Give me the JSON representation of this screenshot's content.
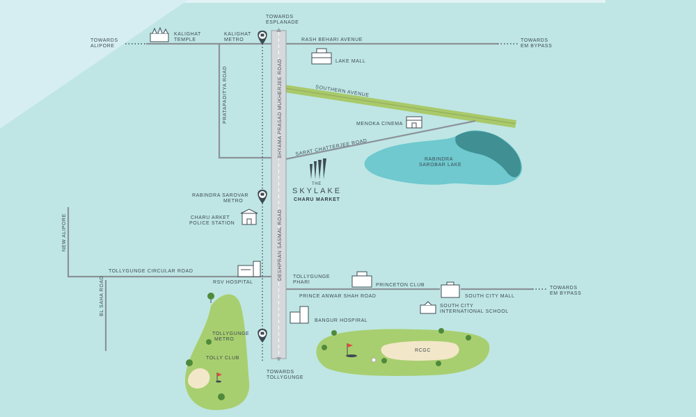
{
  "labels": {
    "towards_esplanade": [
      "TOWARDS",
      "ESPLANADE"
    ],
    "towards_alipore": [
      "TOWARDS",
      "ALIPORE"
    ],
    "kalighat_temple": [
      "KALIGHAT",
      "TEMPLE"
    ],
    "kalighat_metro": [
      "KALIGHAT",
      "METRO"
    ],
    "rash_behari_avenue": "RASH BEHARI AVENUE",
    "towards_em_bypass_top": [
      "TOWARDS",
      "EM BYPASS"
    ],
    "lake_mall": "LAKE MALL",
    "pratapaditya_road": "PRATAPADITYA ROAD",
    "shyama_prasad_road": "SHYAMA PRASAD MUKHERJEE ROAD",
    "southern_avenue": "SOUTHERN AVENUE",
    "menoka_cinema": "MENOKA CINEMA",
    "sarat_chatterjee_road": "SARAT CHATTERJEE ROAD",
    "rabindra_sarobar_lake": [
      "RABINDRA",
      "SAROBAR LAKE"
    ],
    "skylake_the": "THE",
    "skylake_name": "SKYLAKE",
    "charu_market": "CHARU MARKET",
    "rabindra_sarovar_metro": [
      "RABINDRA SAROVAR",
      "METRO"
    ],
    "charu_market_police": [
      "CHARU    ARKET",
      "POLICE STATION"
    ],
    "new_alipore": "NEW ALIPORE",
    "deshpran_sasmal_road": "DESHPRAN SASMAL ROAD",
    "tollygunge_circular_road": "TOLLYGUNGE CIRCULAR ROAD",
    "tollygunge_phari": [
      "TOLLYGUNGE",
      "PHARI"
    ],
    "rsv_hospital": "RSV HOSPITAL",
    "princeton_club": "PRINCETON CLUB",
    "towards_em_bypass_bottom": [
      "TOWARDS",
      "EM BYPASS"
    ],
    "bl_saha_road": "BL SAHA ROAD",
    "prince_anwar_shah_road": "PRINCE ANWAR SHAH ROAD",
    "south_city_mall": "SOUTH CITY MALL",
    "south_city_school": [
      "SOUTH CITY",
      "INTERNATIONAL SCHOOL"
    ],
    "bangur_hospital": "BANGUR HOSPIRAL",
    "tollygunge_metro": [
      "TOLLYGUNGE",
      "METRO"
    ],
    "tolly_club": "TOLLY CLUB",
    "rcgc": "RCGC",
    "towards_tollygunge": [
      "TOWARDS",
      "TOLLYGUNGE"
    ]
  },
  "icons": {
    "metro": "metro-pin-icon",
    "temple": "temple-icon",
    "mall": "mall-building-icon",
    "cinema": "cinema-icon",
    "police": "police-station-icon",
    "hospital": "hospital-icon",
    "club": "club-building-icon",
    "school": "school-icon",
    "golf": "golf-flag-icon",
    "tree": "tree-icon"
  },
  "colors": {
    "background": "#bfe6e4",
    "lake_light": "#6fc9cf",
    "lake_dark": "#3f8f93",
    "golf_green": "#a8cf6f",
    "sand": "#f3e7c9",
    "main_road": "#d6d9dc",
    "southern_avenue": "#a9c96a"
  }
}
